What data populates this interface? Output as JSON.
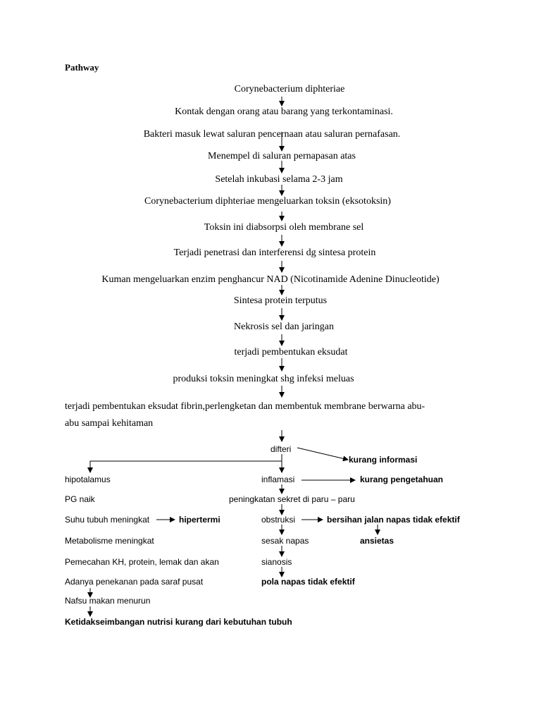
{
  "title": "Pathway",
  "steps": [
    "Corynebacterium diphteriae",
    "Kontak dengan orang atau barang yang terkontaminasi.",
    "Bakteri masuk lewat saluran pencernaan atau saluran pernafasan.",
    "Menempel di saluran pernapasan atas",
    "Setelah inkubasi selama 2-3 jam",
    "Corynebacterium diphteriae mengeluarkan toksin (eksotoksin)",
    "Toksin ini diabsorpsi oleh membrane sel",
    "Terjadi penetrasi dan interferensi dg sintesa protein",
    "Kuman mengeluarkan enzim penghancur NAD (Nicotinamide Adenine Dinucleotide)",
    "Sintesa protein terputus",
    "Nekrosis sel dan jaringan",
    "terjadi pembentukan eksudat",
    "produksi toksin meningkat shg infeksi meluas"
  ],
  "membrane_line1": "terjadi pembentukan eksudat fibrin,perlengketan dan membentuk membrane berwarna abu-",
  "membrane_line2": "abu sampai kehitaman",
  "difteri": "difteri",
  "kurang_informasi": "kurang informasi",
  "left_branch": {
    "hipotalamus": "hipotalamus",
    "pg_naik": "PG naik",
    "suhu": "Suhu tubuh meningkat",
    "hipertermi": "hipertermi",
    "metabolisme": "Metabolisme meningkat",
    "pemecahan": "Pemecahan KH, protein, lemak dan akan",
    "penekanan": "Adanya penekanan pada saraf pusat",
    "nafsu": "Nafsu makan menurun",
    "ketidakseimbangan": "Ketidakseimbangan nutrisi kurang dari kebutuhan tubuh"
  },
  "mid_branch": {
    "inflamasi": "inflamasi",
    "kurang_pengetahuan": "kurang pengetahuan",
    "sekret": "peningkatan sekret di paru – paru",
    "obstruksi": "obstruksi",
    "bersihan": "bersihan jalan napas tidak efektif",
    "ansietas": "ansietas",
    "sesak": "sesak napas",
    "sianosis": "sianosis",
    "pola_napas": "pola napas tidak efektif"
  }
}
